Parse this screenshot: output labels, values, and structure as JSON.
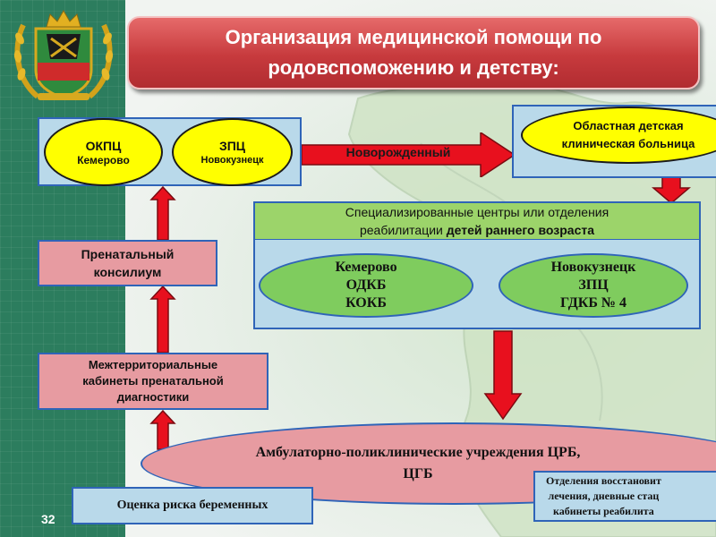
{
  "slide": {
    "title": "Организация медицинской помощи по родовспоможению и детству:",
    "page_number": "32"
  },
  "top_left_box": {
    "okpc": {
      "title": "ОКПЦ",
      "city": "Кемерово"
    },
    "zpc": {
      "title": "ЗПЦ",
      "city": "Новокузнецк"
    }
  },
  "newborn_arrow_label": "Новорожденный",
  "regional_hospital": {
    "line1": "Областная детская",
    "line2": "клиническая больница"
  },
  "specialized_centers": {
    "header_line1": "Специализированные центры или отделения",
    "header_line2_prefix": "реабилитации ",
    "header_line2_bold": "детей раннего возраста",
    "kemerovo": {
      "city": "Кемерово",
      "line2": "ОДКБ",
      "line3": "КОКБ"
    },
    "novokuznetsk": {
      "city": "Новокузнецк",
      "line2": "ЗПЦ",
      "line3": "ГДКБ № 4"
    }
  },
  "prenatal_council": {
    "line1": "Пренатальный",
    "line2": "консилиум"
  },
  "interterritorial": {
    "line1": "Межтерриториальные",
    "line2": "кабинеты пренатальной",
    "line3": "диагностики"
  },
  "ambulatory": {
    "line1": "Амбулаторно-поликлинические учреждения ЦРБ,",
    "line2": "ЦГБ"
  },
  "risk_assessment": "Оценка риска беременных",
  "rehab_departments": {
    "line1": "Отделения восстановит",
    "line2": "лечения, дневные стац",
    "line3": "кабинеты реабилита"
  },
  "colors": {
    "side_band": "#2c7d5e",
    "title_red": "#c73a3d",
    "arrow_red": "#e8101e",
    "box_blue": "#b9d9ea",
    "border_blue": "#2f64b8",
    "oval_yellow": "#ffff00",
    "oval_green": "#7fcc5e",
    "header_green": "#9cd46a",
    "pink": "#e79ba1"
  },
  "icons": [
    "coat-of-arms-emblem",
    "arrow-right",
    "arrow-up",
    "arrow-down"
  ]
}
